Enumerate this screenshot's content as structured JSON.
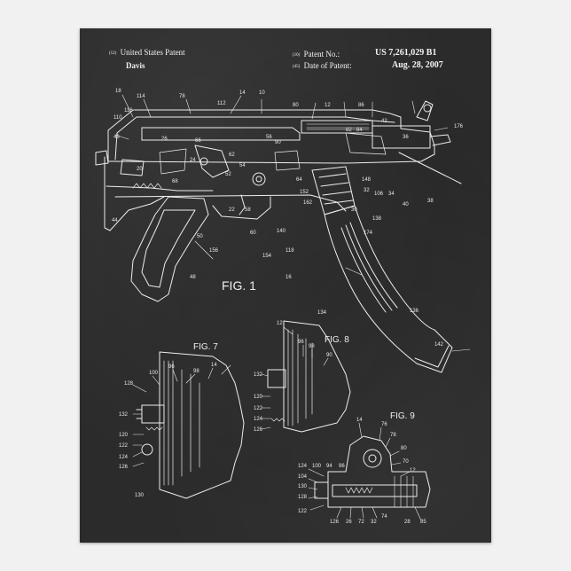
{
  "header": {
    "code_12": "(12)",
    "title": "United States Patent",
    "inventor": "Davis",
    "code_10": "(10)",
    "patent_no_label": "Patent No.:",
    "patent_no": "US 7,261,029 B1",
    "code_45": "(45)",
    "date_label": "Date of Patent:",
    "date": "Aug. 28, 2007"
  },
  "figures": {
    "fig1": "FIG. 1",
    "fig7": "FIG. 7",
    "fig8": "FIG. 8",
    "fig9": "FIG. 9"
  },
  "refs": {
    "r18": "18",
    "r114": "114",
    "r78": "78",
    "r14": "14",
    "r10": "10",
    "r116": "116",
    "r112": "112",
    "r110": "110",
    "r80": "80",
    "r12": "12",
    "r86": "86",
    "r176": "176",
    "r46": "46",
    "r26": "26",
    "r66": "66",
    "r56": "56",
    "r90": "90",
    "r82": "82",
    "r84": "84",
    "r42": "42",
    "r36": "36",
    "r20": "20",
    "r24": "24",
    "r62": "62",
    "r54": "54",
    "r52": "52",
    "r64": "64",
    "r32": "32",
    "r106": "106",
    "r34": "34",
    "r40": "40",
    "r38": "38",
    "r148": "148",
    "r68": "68",
    "r152": "152",
    "r162": "162",
    "r30": "30",
    "r44": "44",
    "r22": "22",
    "r58": "58",
    "r138": "138",
    "r50": "50",
    "r60": "60",
    "r140": "140",
    "r174": "174",
    "r156": "156",
    "r154": "154",
    "r118": "118",
    "r48": "48",
    "r16": "16",
    "r134": "134",
    "r136": "136",
    "r142": "142",
    "r72": "72",
    "r70": "70",
    "r74": "74",
    "r76": "76",
    "r120": "120",
    "r122": "122",
    "r124": "124",
    "r126": "126",
    "r128": "128",
    "r130": "130",
    "r132": "132",
    "r94": "94",
    "r96": "96",
    "r98": "98",
    "r100": "100",
    "r104": "104",
    "r85": "85",
    "r28": "28"
  },
  "colors": {
    "background": "#f1f1f1",
    "chalkboard": "#2b2b2b",
    "chalk": "#ececec"
  }
}
